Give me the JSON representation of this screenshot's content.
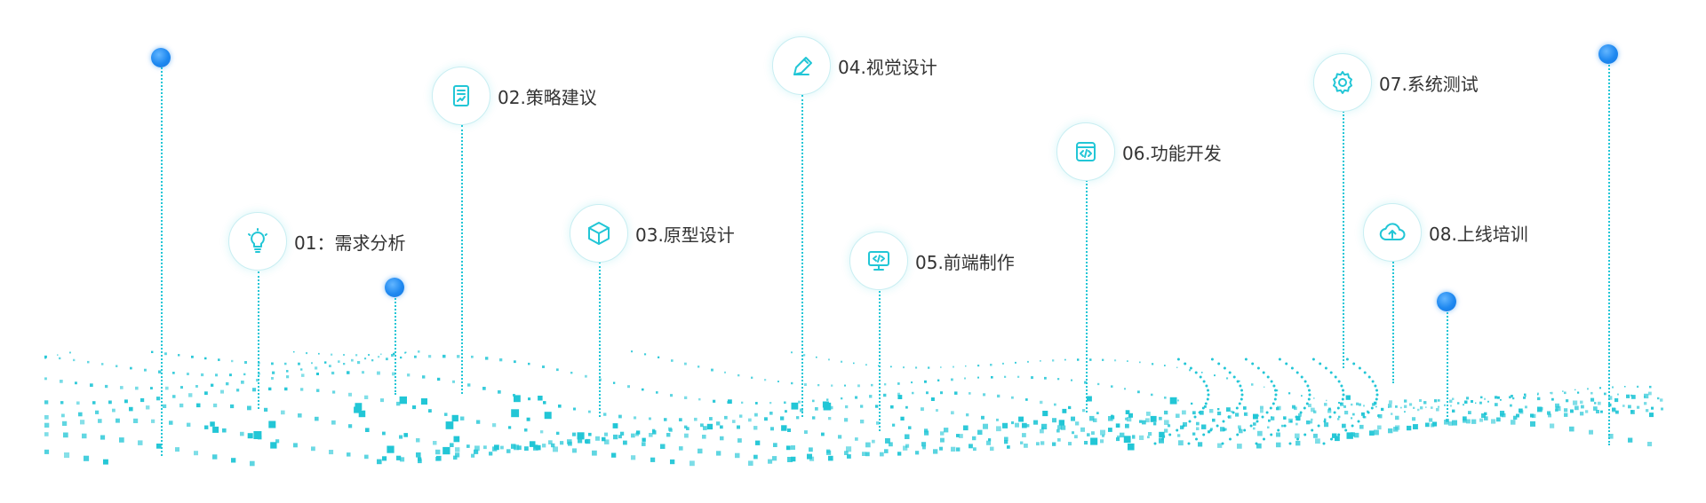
{
  "colors": {
    "accent": "#22c6d6",
    "pin": "#1e88f0",
    "text": "#333333"
  },
  "steps": [
    {
      "label": "01：需求分析",
      "icon": "lightbulb-icon"
    },
    {
      "label": "02.策略建议",
      "icon": "document-chart-icon"
    },
    {
      "label": "03.原型设计",
      "icon": "cube-icon"
    },
    {
      "label": "04.视觉设计",
      "icon": "pen-icon"
    },
    {
      "label": "05.前端制作",
      "icon": "monitor-code-icon"
    },
    {
      "label": "06.功能开发",
      "icon": "code-window-icon"
    },
    {
      "label": "07.系统测试",
      "icon": "gear-icon"
    },
    {
      "label": "08.上线培训",
      "icon": "cloud-upload-icon"
    }
  ]
}
